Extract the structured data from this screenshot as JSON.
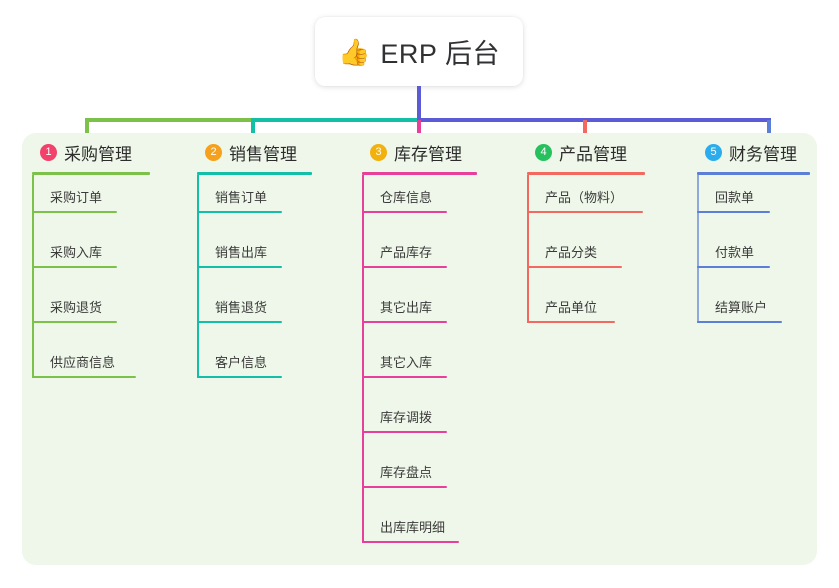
{
  "root": {
    "icon": "thumbs-up-icon",
    "emoji": "👍",
    "title": "ERP 后台"
  },
  "palette": {
    "page_background": "#ffffff",
    "panel_background": "#eef7e9",
    "root_card_background": "#ffffff",
    "root_stem": "#5b5bd6",
    "connector_green": "#7cc24a",
    "connector_teal": "#13bfa6",
    "connector_blue": "#5b5bd6",
    "text_primary": "#2c2c2c",
    "text_leaf": "#3b3b3b"
  },
  "columns": [
    {
      "index": "1",
      "title": "采购管理",
      "badge_color": "#f2416b",
      "accent": "#7cc24a",
      "stem_color": "#7cc24a",
      "rule_width": 118,
      "items": [
        {
          "label": "采购订单",
          "rule_width": 85
        },
        {
          "label": "采购入库",
          "rule_width": 85
        },
        {
          "label": "采购退货",
          "rule_width": 85
        },
        {
          "label": "供应商信息",
          "rule_width": 104
        }
      ]
    },
    {
      "index": "2",
      "title": "销售管理",
      "badge_color": "#f5a11e",
      "accent": "#13bfa6",
      "stem_color": "#13bfa6",
      "rule_width": 115,
      "items": [
        {
          "label": "销售订单",
          "rule_width": 85
        },
        {
          "label": "销售出库",
          "rule_width": 85
        },
        {
          "label": "销售退货",
          "rule_width": 85
        },
        {
          "label": "客户信息",
          "rule_width": 85
        }
      ]
    },
    {
      "index": "3",
      "title": "库存管理",
      "badge_color": "#f2b10d",
      "accent": "#e8409a",
      "stem_color": "#e8409a",
      "rule_width": 115,
      "items": [
        {
          "label": "仓库信息",
          "rule_width": 85
        },
        {
          "label": "产品库存",
          "rule_width": 85
        },
        {
          "label": "其它出库",
          "rule_width": 85
        },
        {
          "label": "其它入库",
          "rule_width": 85
        },
        {
          "label": "库存调拨",
          "rule_width": 85
        },
        {
          "label": "库存盘点",
          "rule_width": 85
        },
        {
          "label": "出库库明细",
          "rule_width": 97
        }
      ]
    },
    {
      "index": "4",
      "title": "产品管理",
      "badge_color": "#27c05e",
      "accent": "#f4695f",
      "stem_color": "#f4695f",
      "rule_width": 118,
      "items": [
        {
          "label": "产品（物料）",
          "rule_width": 116
        },
        {
          "label": "产品分类",
          "rule_width": 95
        },
        {
          "label": "产品单位",
          "rule_width": 88
        }
      ]
    },
    {
      "index": "5",
      "title": "财务管理",
      "badge_color": "#2bacec",
      "accent": "#5b7fd6",
      "stem_color": "#8fa8e0",
      "rule_width": 113,
      "items": [
        {
          "label": "回款单",
          "rule_width": 73
        },
        {
          "label": "付款单",
          "rule_width": 73
        },
        {
          "label": "结算账户",
          "rule_width": 85
        }
      ]
    }
  ],
  "layout": {
    "column_x": [
      0,
      165,
      330,
      495,
      665
    ],
    "leaf_step": 55
  }
}
